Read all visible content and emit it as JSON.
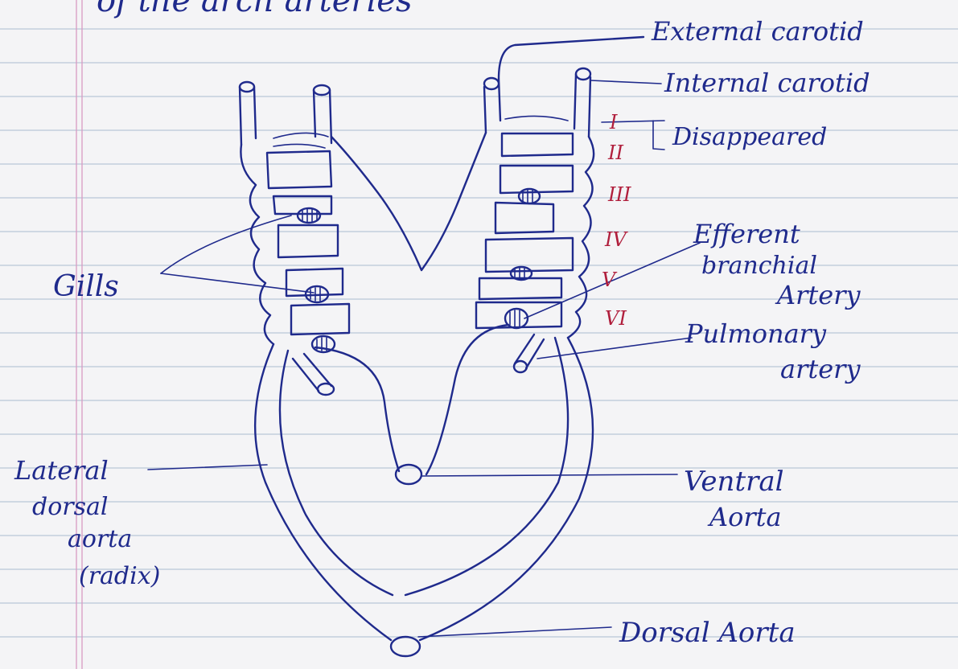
{
  "heading_fragment": "of the arch arteries",
  "labels": {
    "external_carotid": "External carotid",
    "internal_carotid": "Internal carotid",
    "disappeared": "Disappeared",
    "gills": "Gills",
    "efferent_line1": "Efferent",
    "efferent_line2": "branchial",
    "efferent_line3": "Artery",
    "pulmonary_line1": "Pulmonary",
    "pulmonary_line2": "artery",
    "lateral_line1": "Lateral",
    "lateral_line2": "dorsal",
    "lateral_line3": "aorta",
    "lateral_line4": "(radix)",
    "ventral_line1": "Ventral",
    "ventral_line2": "Aorta",
    "dorsal_aorta": "Dorsal Aorta"
  },
  "arch_numerals": [
    "I",
    "II",
    "III",
    "IV",
    "V",
    "VI"
  ],
  "colors": {
    "ink": "#1f2a8c",
    "numerals": "#b01e3c",
    "paper": "#f4f4f6"
  }
}
